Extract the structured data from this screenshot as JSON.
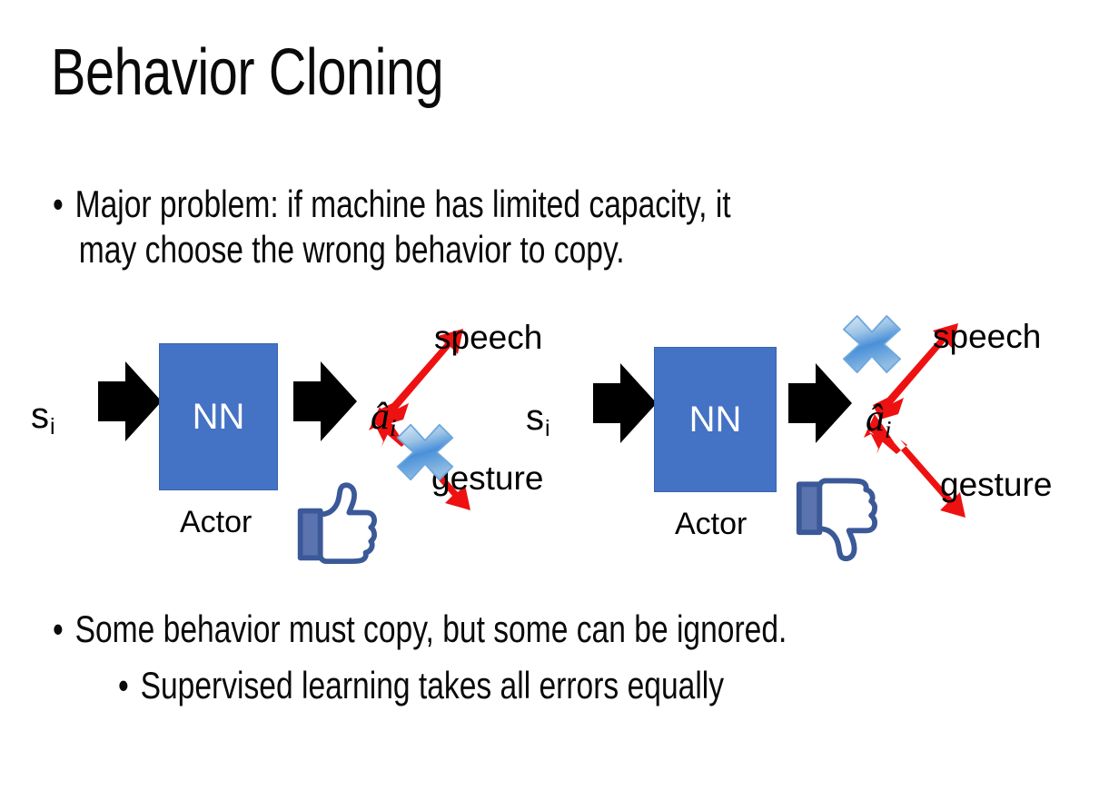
{
  "slide": {
    "title": "Behavior Cloning",
    "background_color": "#FFFFFF",
    "text_color": "#000000"
  },
  "bullets": {
    "bullet_char": "•",
    "main": {
      "line1": "Major problem: if machine has limited capacity, it",
      "line2": "may choose the wrong behavior to copy."
    },
    "lower": "Some behavior must copy, but some can be ignored.",
    "sub": "Supervised learning takes all errors equally"
  },
  "colors": {
    "nn_box_fill": "#4472C4",
    "nn_box_border": "#3A63B0",
    "nn_text": "#FFFFFF",
    "arrow_black": "#000000",
    "arrow_red": "#EE1111",
    "cross_blue_light": "#BDD7EE",
    "cross_blue_mid": "#5B9BD5",
    "cross_blue_dark": "#2E75B6",
    "thumb_outline": "#3B5998",
    "thumb_fill": "#FFFFFF",
    "thumb_cuff": "#5B73AE"
  },
  "diagrams": [
    {
      "id": "left",
      "state_label": "s",
      "state_subscript": "i",
      "box_label": "NN",
      "box_caption": "Actor",
      "output_label": "â",
      "output_subscript": "i",
      "branch_top_label": "speech",
      "branch_bottom_label": "gesture",
      "crossed_branch": "gesture",
      "feedback_icon": "thumbs-up-icon",
      "feedback_sentiment": "positive"
    },
    {
      "id": "right",
      "state_label": "s",
      "state_subscript": "i",
      "box_label": "NN",
      "box_caption": "Actor",
      "output_label": "â",
      "output_subscript": "i",
      "branch_top_label": "speech",
      "branch_bottom_label": "gesture",
      "crossed_branch": "speech",
      "feedback_icon": "thumbs-down-icon",
      "feedback_sentiment": "negative"
    }
  ]
}
